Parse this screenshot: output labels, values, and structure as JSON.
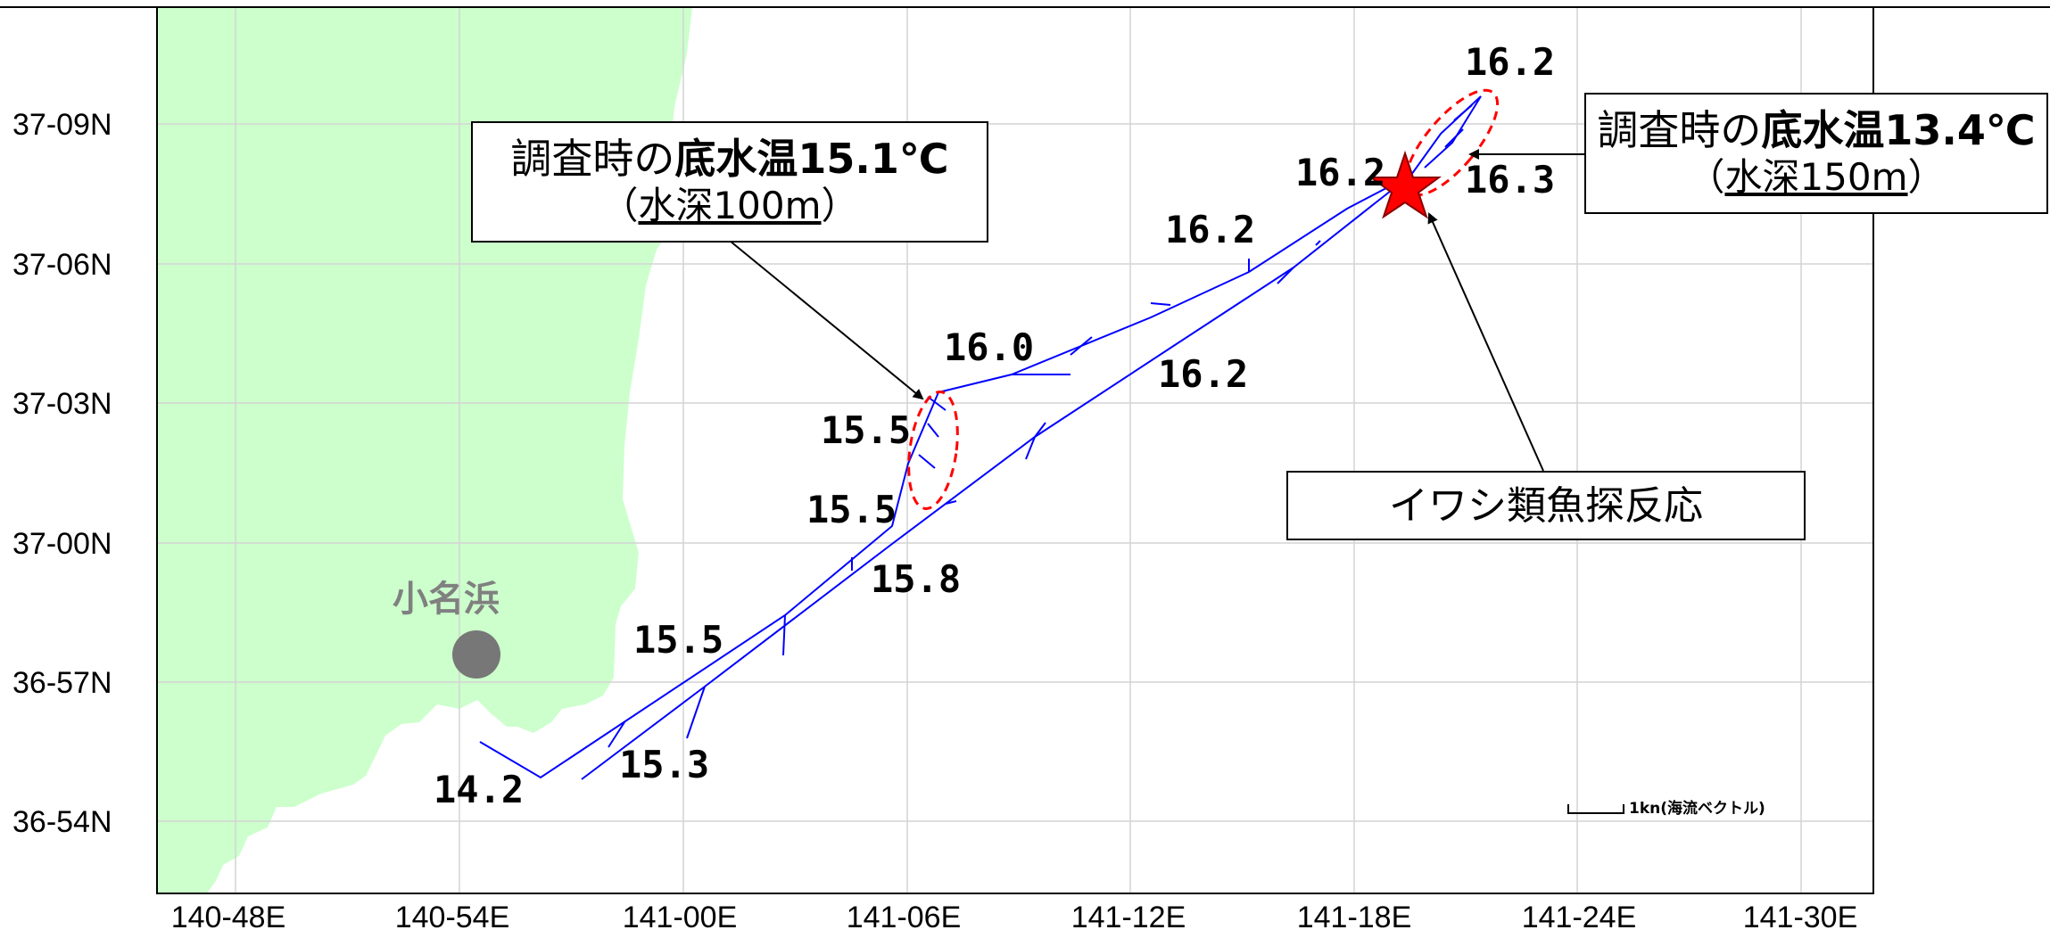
{
  "axes": {
    "y_labels": [
      "37-09N",
      "37-06N",
      "37-03N",
      "37-00N",
      "36-57N",
      "36-54N"
    ],
    "x_labels": [
      "140-48E",
      "140-54E",
      "141-00E",
      "141-06E",
      "141-12E",
      "141-18E",
      "141-24E",
      "141-30E"
    ]
  },
  "place": {
    "name": "小名浜"
  },
  "temperatures": [
    {
      "label": "14.2"
    },
    {
      "label": "15.3"
    },
    {
      "label": "15.5"
    },
    {
      "label": "15.8"
    },
    {
      "label": "15.5"
    },
    {
      "label": "15.5"
    },
    {
      "label": "16.0"
    },
    {
      "label": "16.2"
    },
    {
      "label": "16.2"
    },
    {
      "label": "16.2"
    },
    {
      "label": "16.2"
    },
    {
      "label": "16.3"
    }
  ],
  "callout_left": {
    "prefix": "調査時の",
    "bold": "底水温",
    "value": "15.1℃",
    "open": "（",
    "depth": "水深100m",
    "close": "）"
  },
  "callout_right": {
    "prefix": "調査時の",
    "bold": "底水温",
    "value": "13.4℃",
    "open": "（",
    "depth": "水深150m",
    "close": "）"
  },
  "callout_fish": {
    "text": "イワシ類魚探反応"
  },
  "scale": {
    "text": "1kn(海流ベクトル)"
  },
  "colors": {
    "land": "#ccffcc",
    "track": "#0000ff",
    "highlight": "#ff0000",
    "town": "#777777"
  }
}
